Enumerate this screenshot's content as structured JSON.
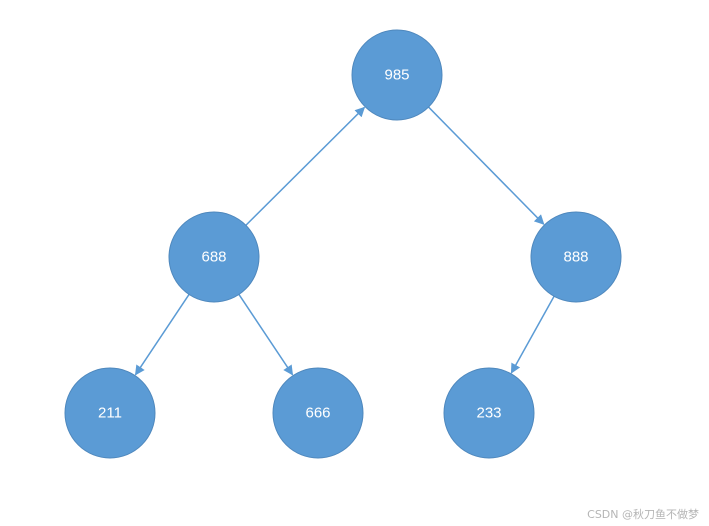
{
  "colors": {
    "node_fill": "#5b9bd5",
    "node_stroke": "#4f88bd",
    "edge": "#5b9bd5",
    "label": "#ffffff"
  },
  "nodes": [
    {
      "id": "n985",
      "label": "985"
    },
    {
      "id": "n688",
      "label": "688"
    },
    {
      "id": "n888",
      "label": "888"
    },
    {
      "id": "n211",
      "label": "211"
    },
    {
      "id": "n666",
      "label": "666"
    },
    {
      "id": "n233",
      "label": "233"
    }
  ],
  "edges": [
    {
      "from": "n688",
      "to": "n985"
    },
    {
      "from": "n985",
      "to": "n888"
    },
    {
      "from": "n688",
      "to": "n211"
    },
    {
      "from": "n688",
      "to": "n666"
    },
    {
      "from": "n888",
      "to": "n233"
    }
  ],
  "watermark": "CSDN @秋刀鱼不做梦"
}
